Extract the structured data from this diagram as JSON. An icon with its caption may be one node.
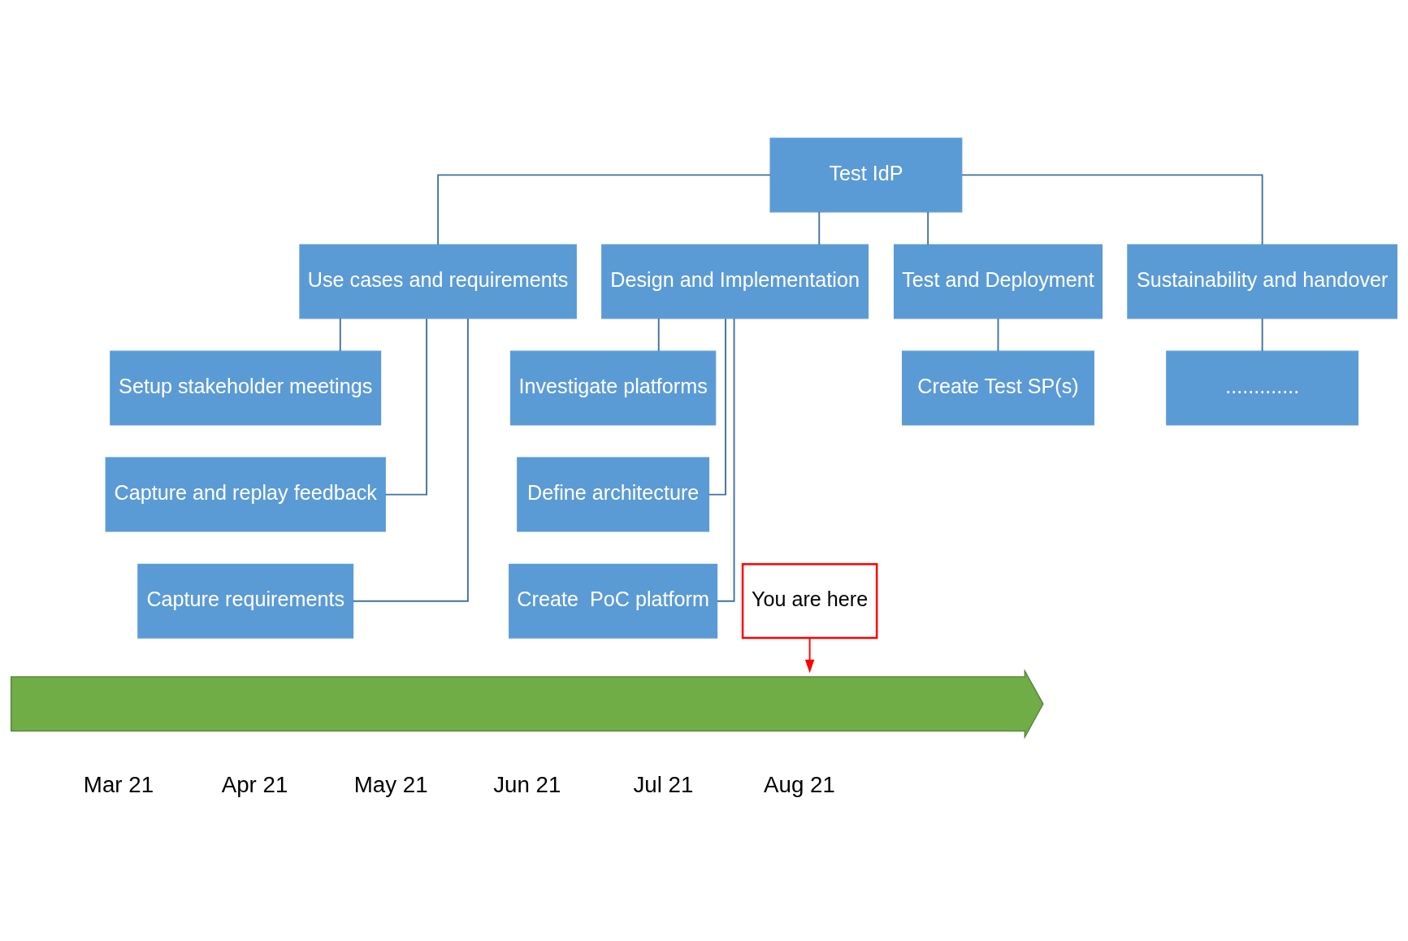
{
  "diagram": {
    "nodes": [
      {
        "text": [
          "Test IdP"
        ]
      },
      {
        "text": [
          "Use cases and requirements"
        ]
      },
      {
        "text": [
          "Design and Implementation"
        ]
      },
      {
        "text": [
          "Test and Deployment"
        ]
      },
      {
        "text": [
          "Sustainability and handover"
        ]
      },
      {
        "text": [
          "Setup stakeholder meetings"
        ]
      },
      {
        "text": [
          "Capture and replay feedback"
        ]
      },
      {
        "text": [
          "Capture requirements"
        ]
      },
      {
        "text": [
          "Investigate platforms"
        ]
      },
      {
        "text": [
          "Define architecture"
        ]
      },
      {
        "text": [
          "Create  PoC platform"
        ]
      },
      {
        "text": [
          "Create Test SP(s)"
        ]
      },
      {
        "text": [
          "............."
        ]
      },
      {
        "text": [
          "You are here"
        ]
      },
      {
        "text": [],
        "shape": "arrow"
      }
    ],
    "edges": [
      {
        "from": 0,
        "to": 1,
        "arrow": "none"
      },
      {
        "from": 0,
        "to": 2,
        "arrow": "none"
      },
      {
        "from": 0,
        "to": 3,
        "arrow": "none"
      },
      {
        "from": 0,
        "to": 4,
        "arrow": "none"
      },
      {
        "from": 1,
        "to": 5,
        "arrow": "none"
      },
      {
        "from": 1,
        "to": 6,
        "arrow": "none"
      },
      {
        "from": 1,
        "to": 7,
        "arrow": "none"
      },
      {
        "from": 2,
        "to": 8,
        "arrow": "none"
      },
      {
        "from": 2,
        "to": 9,
        "arrow": "none"
      },
      {
        "from": 2,
        "to": 10,
        "arrow": "none"
      },
      {
        "from": 3,
        "to": 11,
        "arrow": "none"
      },
      {
        "from": 4,
        "to": 12,
        "arrow": "none"
      },
      {
        "from": 13,
        "to": 14,
        "arrow": "to",
        "color": "#ff0000"
      }
    ],
    "labels": [
      "Mar 21",
      "Apr 21",
      "May 21",
      "Jun 21",
      "Jul 21",
      "Aug 21"
    ]
  }
}
